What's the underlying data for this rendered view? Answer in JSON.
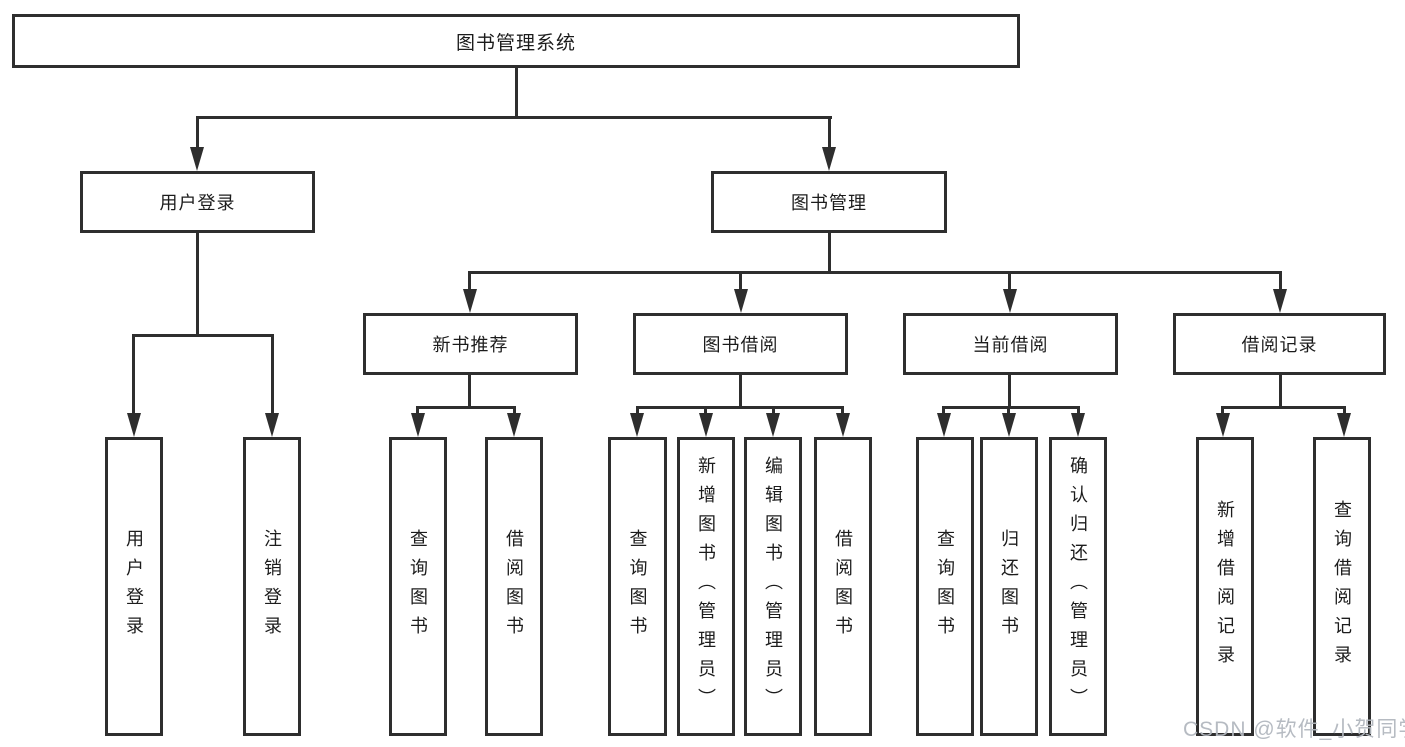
{
  "tree": {
    "root": "图书管理系统",
    "level2": [
      "用户登录",
      "图书管理"
    ],
    "level3": [
      "新书推荐",
      "图书借阅",
      "当前借阅",
      "借阅记录"
    ],
    "leaves": {
      "user": [
        "用户登录",
        "注销登录"
      ],
      "recommend": [
        "查询图书",
        "借阅图书"
      ],
      "borrow": [
        "查询图书",
        "新增图书（管理员）",
        "编辑图书（管理员）",
        "借阅图书"
      ],
      "current": [
        "查询图书",
        "归还图书",
        "确认归还（管理员）"
      ],
      "records": [
        "新增借阅记录",
        "查询借阅记录"
      ]
    }
  },
  "watermark": "CSDN @软件_小贺同学",
  "colors": {
    "line": "#2e2e2e",
    "text": "#1c1c1c",
    "background": "#ffffff",
    "watermark": "#b2b7bf"
  }
}
